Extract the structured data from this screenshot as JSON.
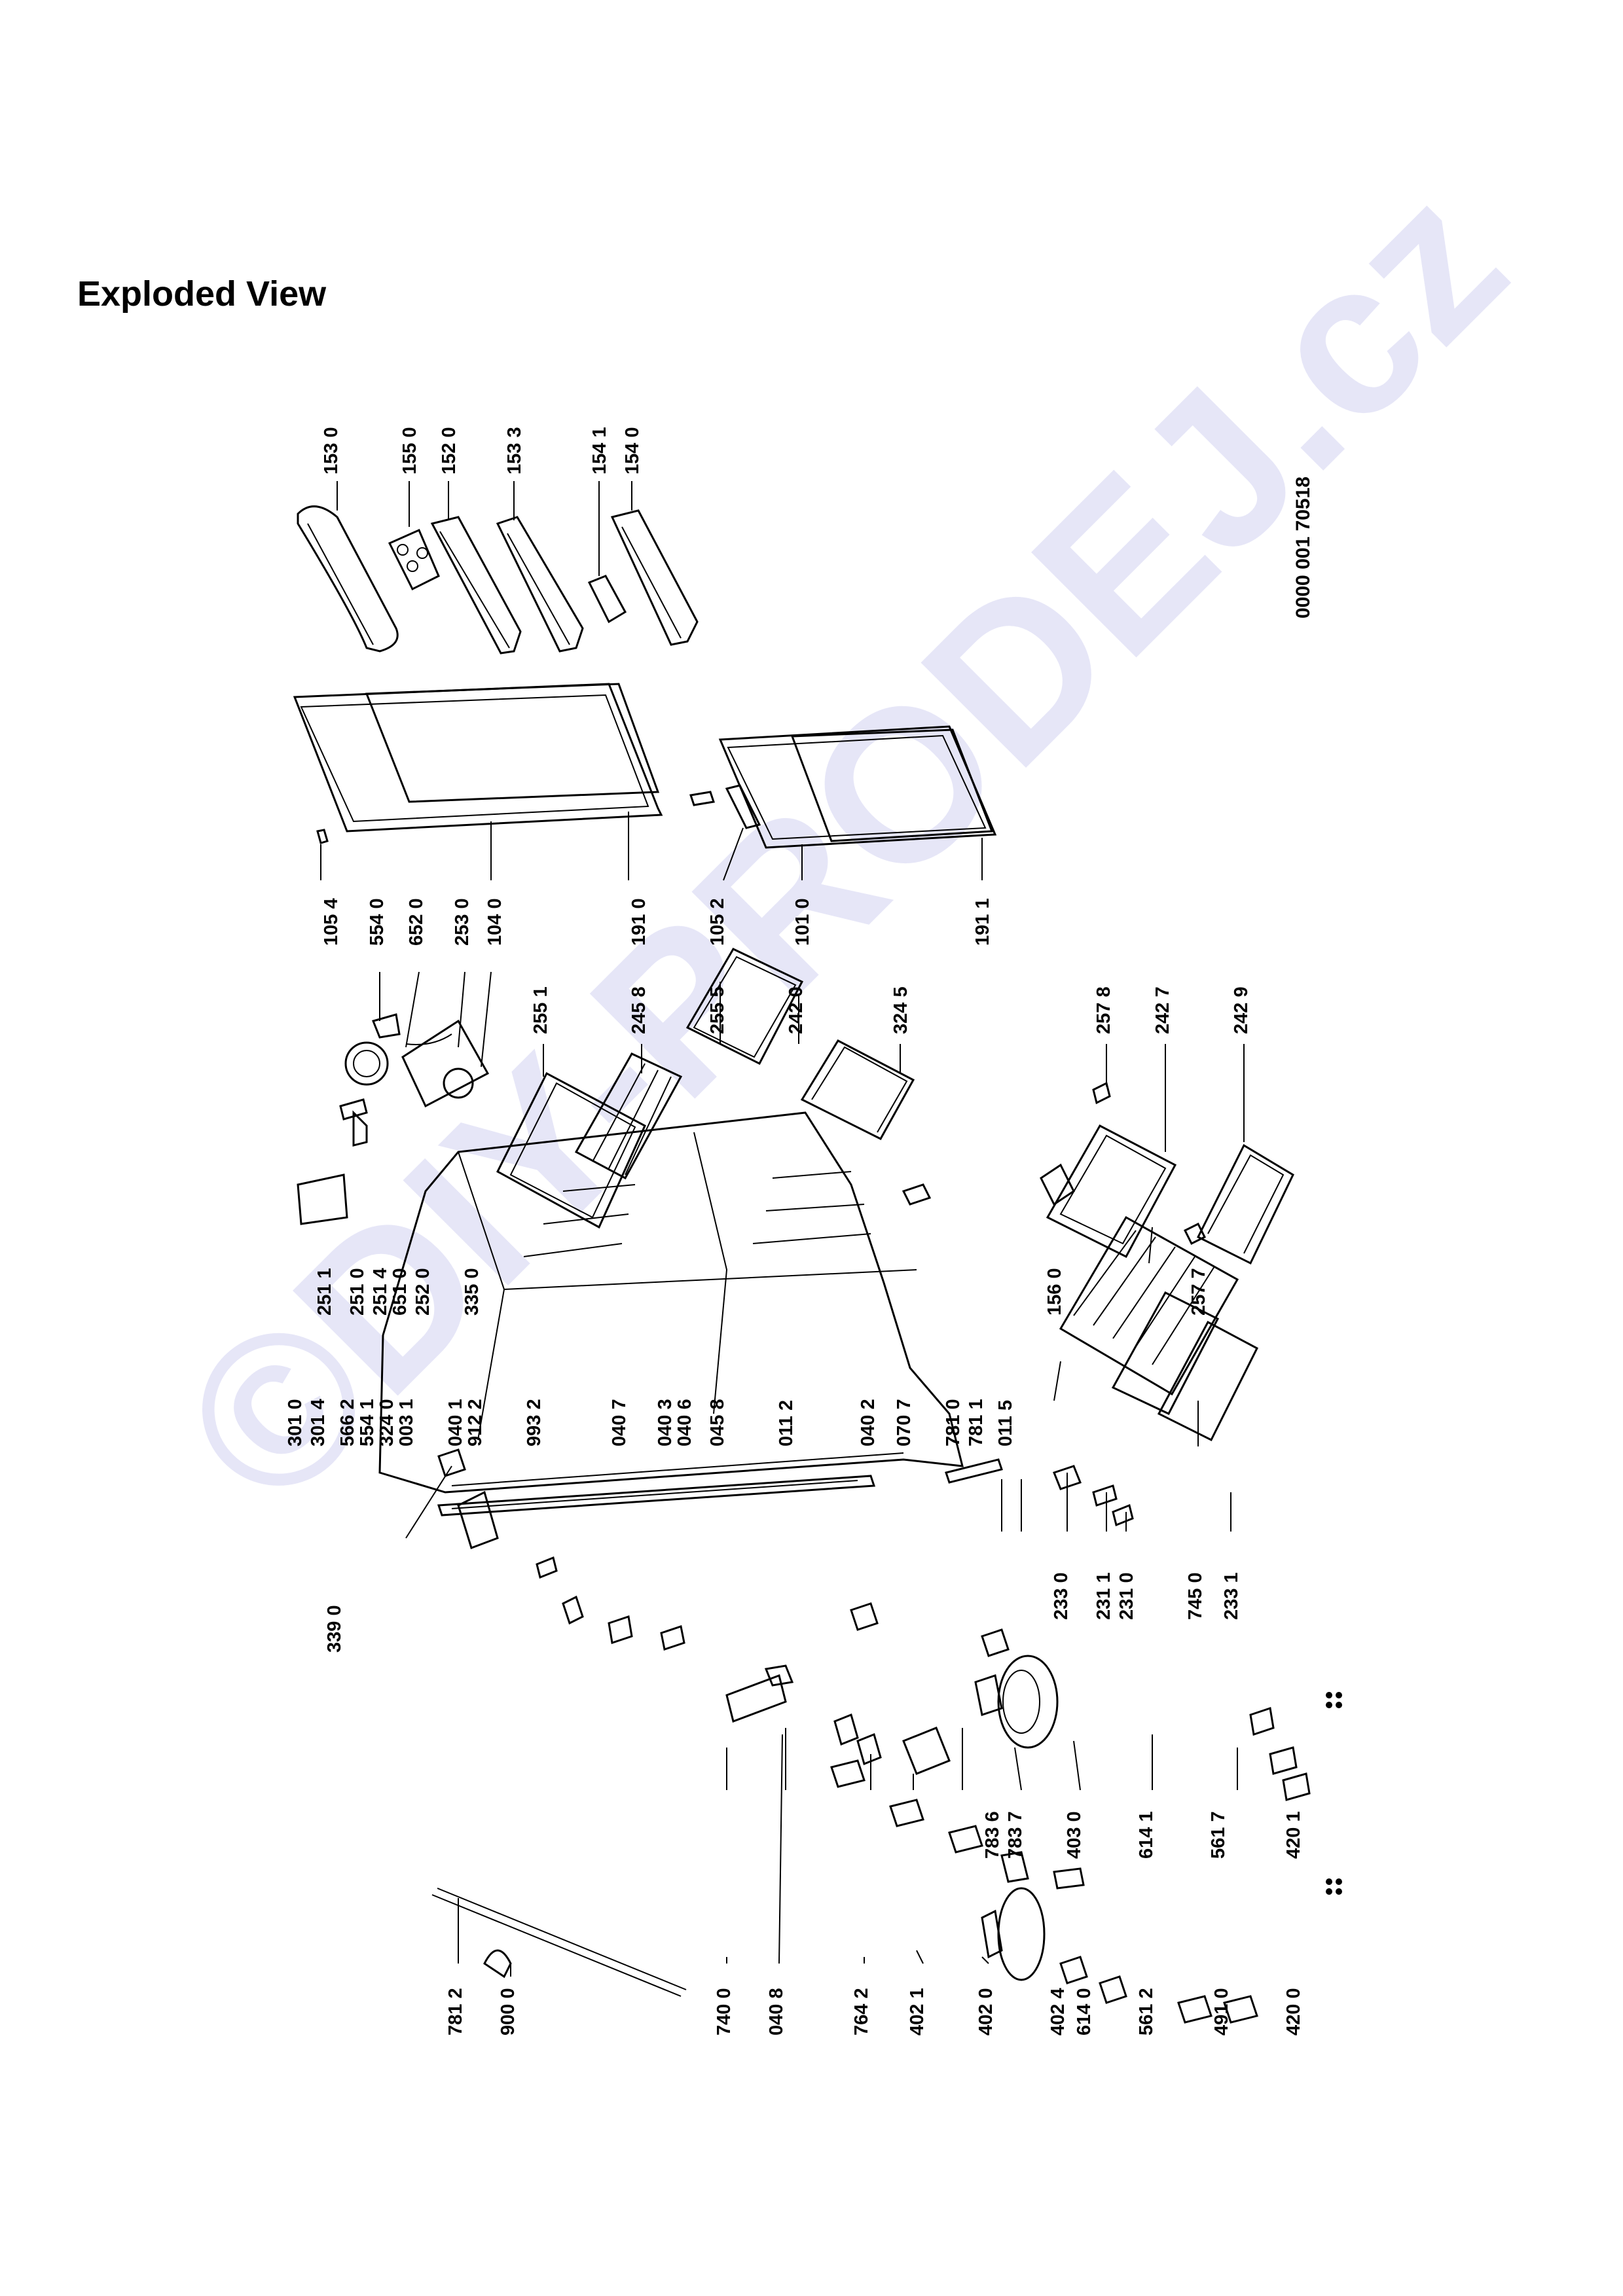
{
  "page": {
    "title": "Exploded View"
  },
  "watermark": "©DIY-PRODEJ.cz",
  "document_id": "0000 001 70518",
  "part_labels": [
    "153 0",
    "155 0",
    "152 0",
    "153 3",
    "154 1",
    "154 0",
    "105 4",
    "554 0",
    "652 0",
    "253 0",
    "104 0",
    "191 0",
    "105 2",
    "101 0",
    "191 1",
    "255 1",
    "245 8",
    "255 5",
    "242 0",
    "324 5",
    "257 8",
    "242 7",
    "242 9",
    "251 1",
    "251 0",
    "251 4",
    "651 0",
    "252 0",
    "335 0",
    "156 0",
    "257 7",
    "301 0",
    "301 4",
    "566 2",
    "554 1",
    "324 0",
    "003 1",
    "040 1",
    "912 2",
    "993 2",
    "040 7",
    "040 3",
    "040 6",
    "045 8",
    "011 2",
    "040 2",
    "070 7",
    "781 0",
    "781 1",
    "011 5",
    "339 0",
    "233 0",
    "231 1",
    "231 0",
    "745 0",
    "233 1",
    "783 6",
    "783 7",
    "403 0",
    "614 1",
    "561 7",
    "420 1",
    "781 2",
    "900 0",
    "740 0",
    "040 8",
    "764 2",
    "402 1",
    "402 0",
    "402 4",
    "614 0",
    "561 2",
    "491 0",
    "420 0"
  ]
}
